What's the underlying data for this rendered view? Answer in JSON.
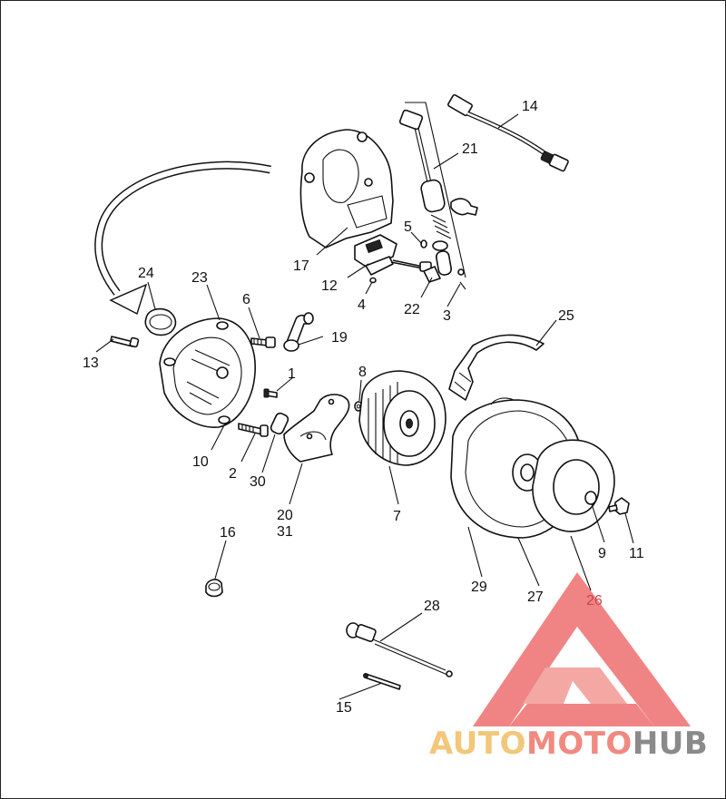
{
  "diagram": {
    "callouts": [
      {
        "id": "c1",
        "label": "1"
      },
      {
        "id": "c2",
        "label": "2"
      },
      {
        "id": "c3",
        "label": "3"
      },
      {
        "id": "c4",
        "label": "4"
      },
      {
        "id": "c5",
        "label": "5"
      },
      {
        "id": "c6",
        "label": "6"
      },
      {
        "id": "c7",
        "label": "7"
      },
      {
        "id": "c8",
        "label": "8"
      },
      {
        "id": "c9",
        "label": "9"
      },
      {
        "id": "c10",
        "label": "10"
      },
      {
        "id": "c11",
        "label": "11"
      },
      {
        "id": "c12",
        "label": "12"
      },
      {
        "id": "c13",
        "label": "13"
      },
      {
        "id": "c14",
        "label": "14"
      },
      {
        "id": "c15",
        "label": "15"
      },
      {
        "id": "c16",
        "label": "16"
      },
      {
        "id": "c17",
        "label": "17"
      },
      {
        "id": "c19",
        "label": "19"
      },
      {
        "id": "c20",
        "label": "20"
      },
      {
        "id": "c31",
        "label": "31"
      },
      {
        "id": "c21",
        "label": "21"
      },
      {
        "id": "c22",
        "label": "22"
      },
      {
        "id": "c23",
        "label": "23"
      },
      {
        "id": "c24",
        "label": "24"
      },
      {
        "id": "c25",
        "label": "25"
      },
      {
        "id": "c26",
        "label": "26"
      },
      {
        "id": "c27",
        "label": "27"
      },
      {
        "id": "c28",
        "label": "28"
      },
      {
        "id": "c29",
        "label": "29"
      },
      {
        "id": "c30",
        "label": "30"
      }
    ]
  },
  "watermark": {
    "text": "AUTOMOTOHUB",
    "colors": {
      "auto": "#f3c77a",
      "moto": "#f08a80",
      "hub": "#8a8a8a",
      "logo": "#ee6f6f"
    }
  }
}
